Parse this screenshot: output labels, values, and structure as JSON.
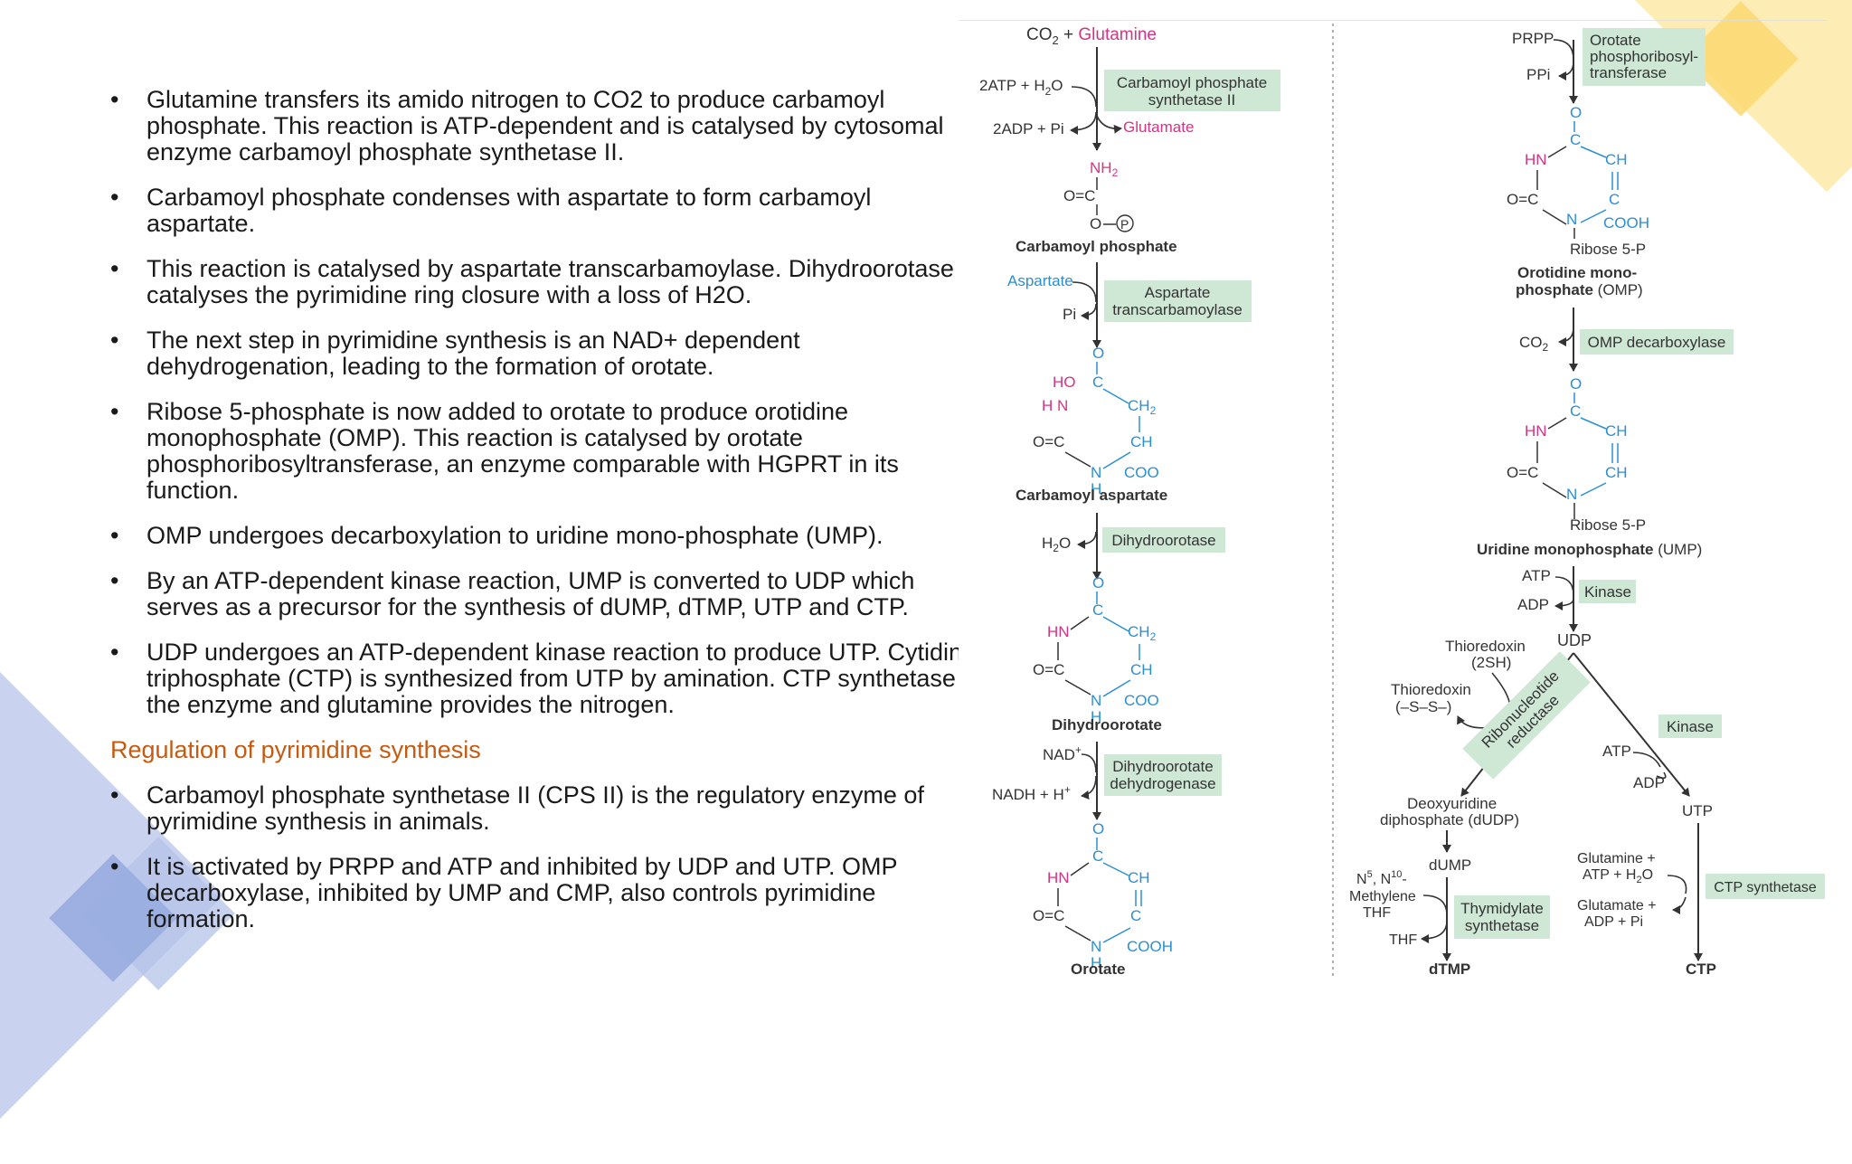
{
  "bullets_top": [
    {
      "lines": [
        "Glutamine transfers its amido nitrogen to CO2 to produce carbamoyl",
        "phosphate. This reaction is ATP-dependent and is catalysed by cytosomal",
        "enzyme carbamoyl phosphate synthetase II."
      ]
    },
    {
      "lines": [
        "Carbamoyl phosphate condenses with aspartate to form carbamoyl",
        "aspartate."
      ]
    },
    {
      "lines": [
        "This reaction is catalysed by aspartate transcarbamoylase. Dihydroorotase",
        "catalyses the pyrimidine ring closure with a loss of H2O."
      ]
    },
    {
      "lines": [
        "The next step in pyrimidine synthesis is an NAD+ dependent",
        "dehydrogenation, leading to the formation of orotate."
      ]
    },
    {
      "lines": [
        "Ribose 5-phosphate is now added to orotate to produce orotidine",
        "monophosphate (OMP). This reaction is catalysed by orotate",
        "phosphoribosyltransferase, an enzyme comparable with HGPRT in its",
        "function."
      ]
    },
    {
      "lines": [
        "OMP undergoes decarboxylation to uridine mono-phosphate (UMP)."
      ]
    },
    {
      "lines": [
        "By an ATP-dependent kinase reaction, UMP is converted to UDP which",
        "serves as a precursor for the synthesis of dUMP, dTMP, UTP and CTP."
      ]
    },
    {
      "lines": [
        "UDP undergoes an ATP-dependent kinase reaction to produce UTP. Cytidin",
        "triphosphate (CTP) is synthesized from UTP by amination. CTP synthetase i",
        "the enzyme and glutamine provides the nitrogen."
      ]
    }
  ],
  "regulation_heading": "Regulation of pyrimidine synthesis",
  "bullets_regulation": [
    {
      "lines": [
        "Carbamoyl phosphate synthetase II (CPS II) is the regulatory enzyme of",
        "pyrimidine synthesis in animals."
      ]
    },
    {
      "lines": [
        "It is activated by PRPP and ATP and inhibited by UDP and UTP. OMP",
        "decarboxylase, inhibited by UMP and CMP, also controls pyrimidine",
        "formation."
      ]
    }
  ],
  "figure": {
    "colors": {
      "enzyme_box": "#cfe8d6",
      "pink": "#d63384",
      "blue": "#2b8fd4",
      "arrow": "#333333"
    },
    "left": {
      "start": {
        "co2": "CO",
        "co2_sub": "2",
        "plus": " + ",
        "glutamine": "Glutamine"
      },
      "step1": {
        "in_a": "2ATP + H",
        "in_a_sub": "2",
        "in_a_end": "O",
        "out_a": "2ADP + Pi",
        "out_b": "Glutamate",
        "enzyme": [
          "Carbamoyl phosphate",
          "synthetase II"
        ]
      },
      "carbamoyl_phosphate": {
        "name": "Carbamoyl phosphate",
        "nh2": "NH",
        "nh2_sub": "2",
        "co": "O=C",
        "op": "O",
        "p": "P"
      },
      "step2": {
        "in": "Aspartate",
        "out": "Pi",
        "enzyme": [
          "Aspartate",
          "transcarbamoylase"
        ]
      },
      "carbamoyl_aspartate": {
        "name": "Carbamoyl aspartate",
        "o": "O",
        "hoc": "HO",
        "c": "C",
        "h2n": "H N",
        "ch2": "CH",
        "ch2_sub": "2",
        "oc": "O=C",
        "ch": "CH",
        "n": "N",
        "h": "H",
        "coo": "COO"
      },
      "step3": {
        "out": "H",
        "out_sub": "2",
        "out_end": "O",
        "enzyme": "Dihydroorotase"
      },
      "dihydroorotate": {
        "name": "Dihydroorotate",
        "o": "O",
        "c": "C",
        "hn": "HN",
        "ch2": "CH",
        "ch2_sub": "2",
        "oc": "O=C",
        "ch": "CH",
        "n": "N",
        "h": "H",
        "coo": "COO"
      },
      "step4": {
        "in": "NAD",
        "out": "NADH + H",
        "enzyme": [
          "Dihydroorotate",
          "dehydrogenase"
        ]
      },
      "orotate": {
        "name": "Orotate",
        "o": "O",
        "c": "C",
        "hn": "HN",
        "ch": "CH",
        "oc": "O=C",
        "c2": "C",
        "n": "N",
        "h": "H",
        "cooh": "COOH"
      }
    },
    "right": {
      "step5": {
        "in": "PRPP",
        "out": "PPi",
        "enzyme": [
          "Orotate",
          "phosphoribosyl-",
          "transferase"
        ]
      },
      "omp": {
        "name_a": "Orotidine mono-",
        "name_b_bold": "phosphate",
        "name_b": " (OMP)",
        "o": "O",
        "c": "C",
        "hn": "HN",
        "ch": "CH",
        "oc": "O=C",
        "c2": "C",
        "n": "N",
        "cooh": "COOH",
        "ribose": "Ribose 5-P"
      },
      "step6": {
        "out": "CO",
        "out_sub": "2",
        "enzyme": "OMP decarboxylase"
      },
      "ump": {
        "name_bold": "Uridine monophosphate",
        "name": " (UMP)",
        "o": "O",
        "c": "C",
        "hn": "HN",
        "ch": "CH",
        "oc": "O=C",
        "ch2": "CH",
        "n": "N",
        "ribose": "Ribose 5-P"
      },
      "step7": {
        "in": "ATP",
        "out": "ADP",
        "enzyme": "Kinase"
      },
      "udp": "UDP",
      "reductase": {
        "thioredoxin_a": "Thioredoxin",
        "thioredoxin_a2": "(2SH)",
        "thioredoxin_b": "Thioredoxin",
        "thioredoxin_b2": "(–S–S–)",
        "enzyme": [
          "Ribonucleotide",
          "reductase"
        ]
      },
      "dudp": [
        "Deoxyuridine",
        "diphosphate (dUDP)"
      ],
      "dump": "dUMP",
      "step_ts": {
        "in": [
          "N",
          "5",
          ", N",
          "10",
          "-"
        ],
        "in_b": "Methylene",
        "in_c": "THF",
        "out": "THF",
        "enzyme": [
          "Thymidylate",
          "synthetase"
        ]
      },
      "dtmp": "dTMP",
      "step_kinase2": {
        "in": "ATP",
        "out": "ADP",
        "enzyme": "Kinase"
      },
      "utp": "UTP",
      "step_ctp": {
        "in_a": "Glutamine +",
        "in_b": "ATP + H",
        "in_b_sub": "2",
        "in_b_end": "O",
        "out_a": "Glutamate +",
        "out_b": "ADP + Pi",
        "enzyme": "CTP synthetase"
      },
      "ctp": "CTP"
    }
  }
}
